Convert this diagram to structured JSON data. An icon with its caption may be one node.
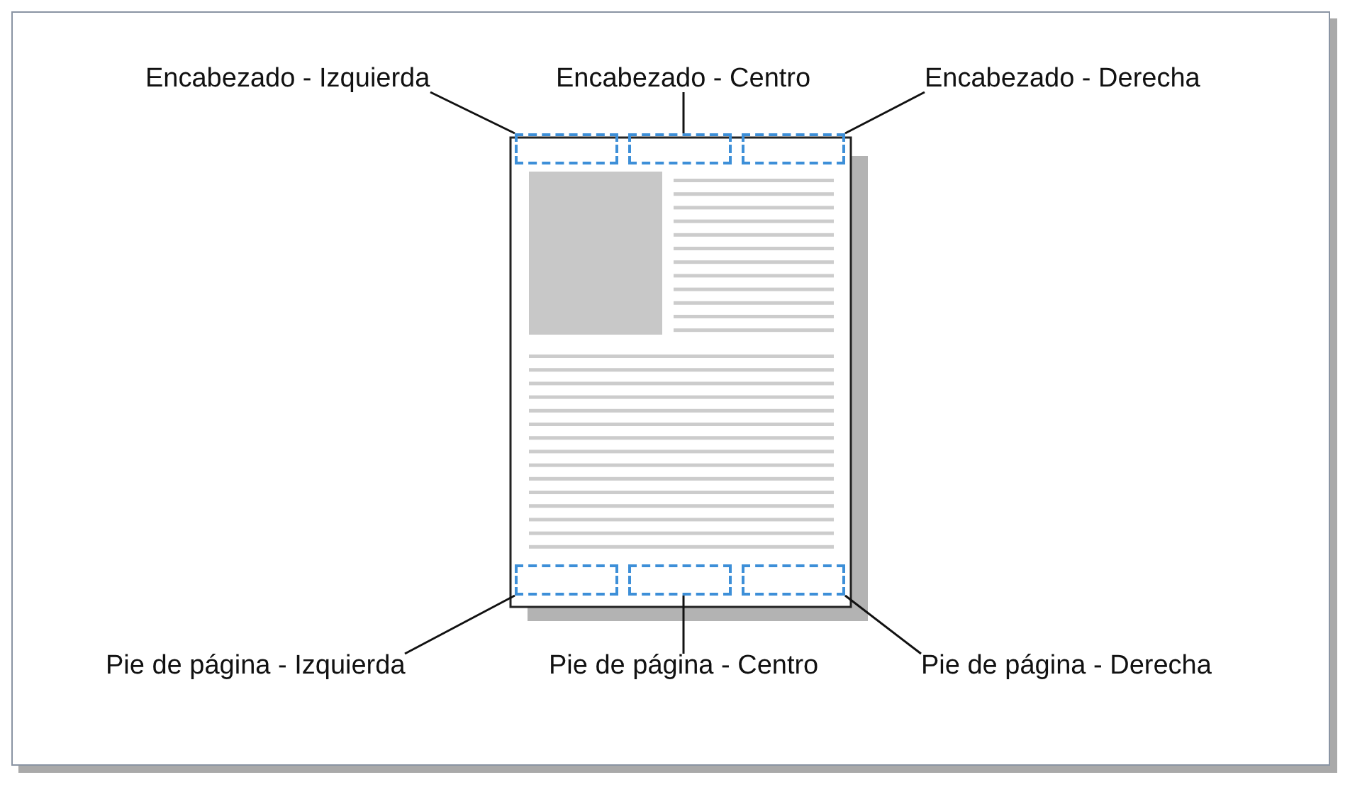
{
  "diagram": {
    "nodes": [
      {
        "text": [
          "Encabezado - Izquierda"
        ]
      },
      {
        "text": [
          "Encabezado - Centro"
        ]
      },
      {
        "text": [
          "Encabezado - Derecha"
        ]
      },
      {
        "text": [],
        "shape": "box"
      },
      {
        "text": [],
        "shape": "box"
      },
      {
        "text": [],
        "shape": "box"
      },
      {
        "text": [],
        "shape": "box"
      },
      {
        "text": [],
        "shape": "box"
      },
      {
        "text": [],
        "shape": "box"
      },
      {
        "text": [
          "Pie de página - Izquierda"
        ]
      },
      {
        "text": [
          "Pie de página - Centro"
        ]
      },
      {
        "text": [
          "Pie de página - Derecha"
        ]
      }
    ],
    "edges": [
      {
        "from": 0,
        "to": 3,
        "arrow": "none"
      },
      {
        "from": 1,
        "to": 4,
        "arrow": "none"
      },
      {
        "from": 2,
        "to": 5,
        "arrow": "none"
      },
      {
        "from": 9,
        "to": 6,
        "arrow": "none"
      },
      {
        "from": 10,
        "to": 7,
        "arrow": "none"
      },
      {
        "from": 11,
        "to": 8,
        "arrow": "none"
      }
    ]
  }
}
